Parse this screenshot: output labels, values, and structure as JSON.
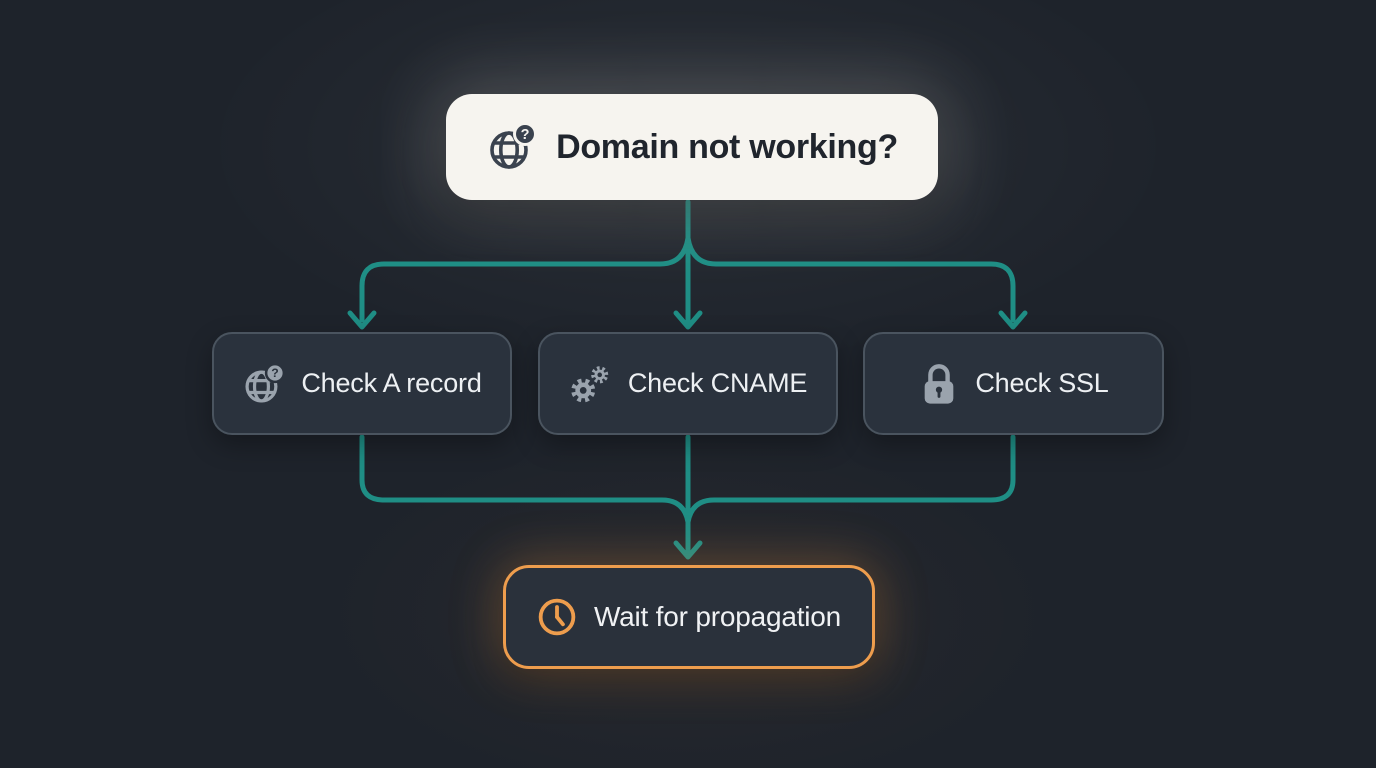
{
  "flowchart": {
    "root": {
      "label": "Domain not working?",
      "icon": "globe-question"
    },
    "branches": [
      {
        "label": "Check A record",
        "icon": "globe-question"
      },
      {
        "label": "Check CNAME",
        "icon": "gears"
      },
      {
        "label": "Check SSL",
        "icon": "lock"
      }
    ],
    "result": {
      "label": "Wait for propagation",
      "icon": "clock"
    }
  },
  "icons": {
    "question_mark": "?"
  },
  "colors": {
    "background": "#1e232b",
    "connector_teal": "#1f8e85",
    "accent_orange": "#ee9d4d",
    "root_card_bg": "#f6f4ef",
    "branch_card_bg": "#2a323d",
    "branch_card_border": "#4a545f",
    "text_dark": "#20252d",
    "text_light": "#edf0f3",
    "icon_gray": "#9aa3ad",
    "icon_dark": "#3a424e"
  }
}
